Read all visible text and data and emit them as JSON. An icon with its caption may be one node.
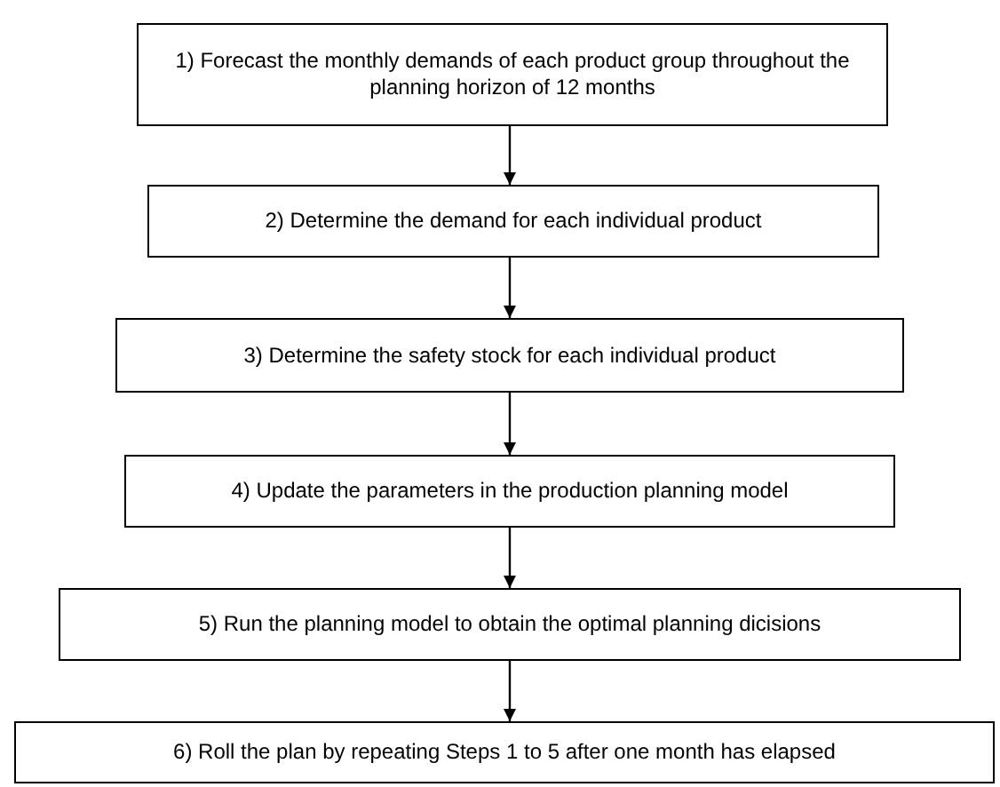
{
  "diagram": {
    "nodes": [
      {
        "text": [
          "1) Forecast the monthly demands of each product group throughout the planning horizon of 12 months"
        ]
      },
      {
        "text": [
          "2) Determine the demand for each individual product"
        ]
      },
      {
        "text": [
          "3) Determine the safety stock for each individual product"
        ]
      },
      {
        "text": [
          "4) Update the parameters in the production planning model"
        ]
      },
      {
        "text": [
          "5) Run the planning model to obtain the optimal planning dicisions"
        ]
      },
      {
        "text": [
          "6) Roll the plan by repeating Steps 1 to 5 after one month has elapsed"
        ]
      }
    ],
    "edges": [
      {
        "from": 0,
        "to": 1,
        "arrow": "to"
      },
      {
        "from": 1,
        "to": 2,
        "arrow": "to"
      },
      {
        "from": 2,
        "to": 3,
        "arrow": "to"
      },
      {
        "from": 3,
        "to": 4,
        "arrow": "to"
      },
      {
        "from": 4,
        "to": 5,
        "arrow": "to"
      }
    ]
  }
}
